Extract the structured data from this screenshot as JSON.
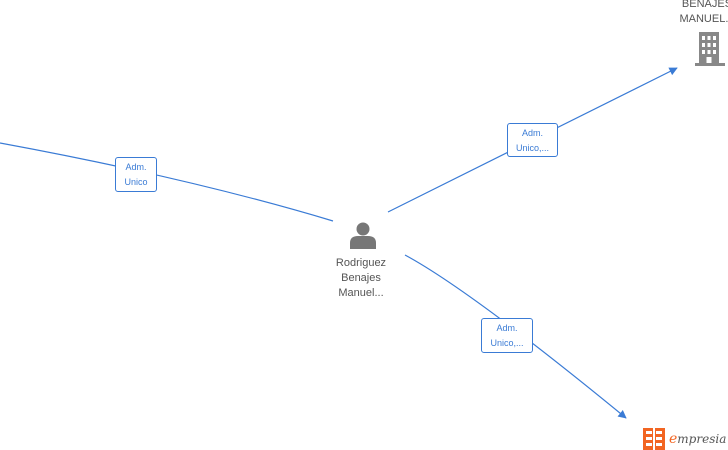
{
  "nodes": {
    "center_person": {
      "lines": [
        "Rodriguez",
        "Benajes",
        "Manuel..."
      ]
    },
    "top_company": {
      "lines": [
        "BENAJES",
        "MANUEL..."
      ]
    }
  },
  "edges": {
    "left": {
      "lines": [
        "Adm.",
        "Unico"
      ]
    },
    "top_right": {
      "lines": [
        "Adm.",
        "Unico,..."
      ]
    },
    "bottom_right": {
      "lines": [
        "Adm.",
        "Unico,..."
      ]
    }
  },
  "colors": {
    "edge": "#3a7bd5",
    "person_icon": "#777777",
    "company_icon": "#888888",
    "logo_accent": "#f26522"
  },
  "icons": {
    "person": "person-icon",
    "company": "building-icon"
  },
  "logo": {
    "text_rest": "mpresia",
    "text_initial": "e"
  }
}
